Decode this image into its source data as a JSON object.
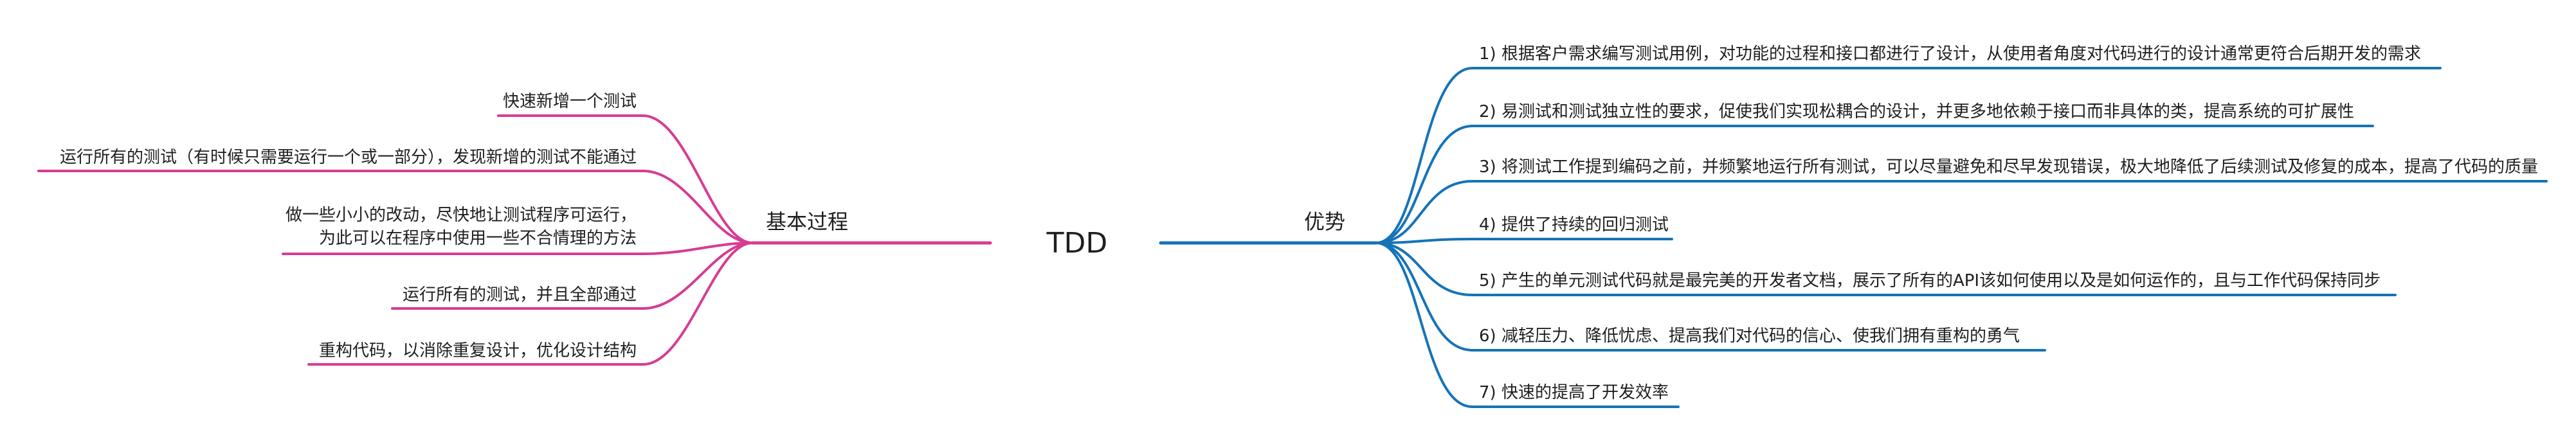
{
  "colors": {
    "left_branch": "#d63c94",
    "right_branch": "#1673b7",
    "text": "#1f1f1f",
    "background": "#ffffff"
  },
  "center": {
    "label": "TDD"
  },
  "left": {
    "label": "基本过程",
    "items": [
      {
        "lines": [
          "快速新增一个测试"
        ]
      },
      {
        "lines": [
          "运行所有的测试（有时候只需要运行一个或一部分），发现新增的测试不能通过"
        ]
      },
      {
        "lines": [
          "做一些小小的改动，尽快地让测试程序可运行，",
          "为此可以在程序中使用一些不合情理的方法"
        ]
      },
      {
        "lines": [
          "运行所有的测试，并且全部通过"
        ]
      },
      {
        "lines": [
          "重构代码，以消除重复设计，优化设计结构"
        ]
      }
    ]
  },
  "right": {
    "label": "优势",
    "items": [
      {
        "lines": [
          "1) 根据客户需求编写测试用例，对功能的过程和接口都进行了设计，从使用者角度对代码进行的设计通常更符合后期开发的需求"
        ]
      },
      {
        "lines": [
          "2) 易测试和测试独立性的要求，促使我们实现松耦合的设计，并更多地依赖于接口而非具体的类，提高系统的可扩展性"
        ]
      },
      {
        "lines": [
          "3) 将测试工作提到编码之前，并频繁地运行所有测试，可以尽量避免和尽早发现错误，极大地降低了后续测试及修复的成本，提高了代码的质量"
        ]
      },
      {
        "lines": [
          "4) 提供了持续的回归测试"
        ]
      },
      {
        "lines": [
          "5) 产生的单元测试代码就是最完美的开发者文档，展示了所有的API该如何使用以及是如何运作的，且与工作代码保持同步"
        ]
      },
      {
        "lines": [
          "6) 减轻压力、降低忧虑、提高我们对代码的信心、使我们拥有重构的勇气"
        ]
      },
      {
        "lines": [
          "7) 快速的提高了开发效率"
        ]
      }
    ]
  }
}
